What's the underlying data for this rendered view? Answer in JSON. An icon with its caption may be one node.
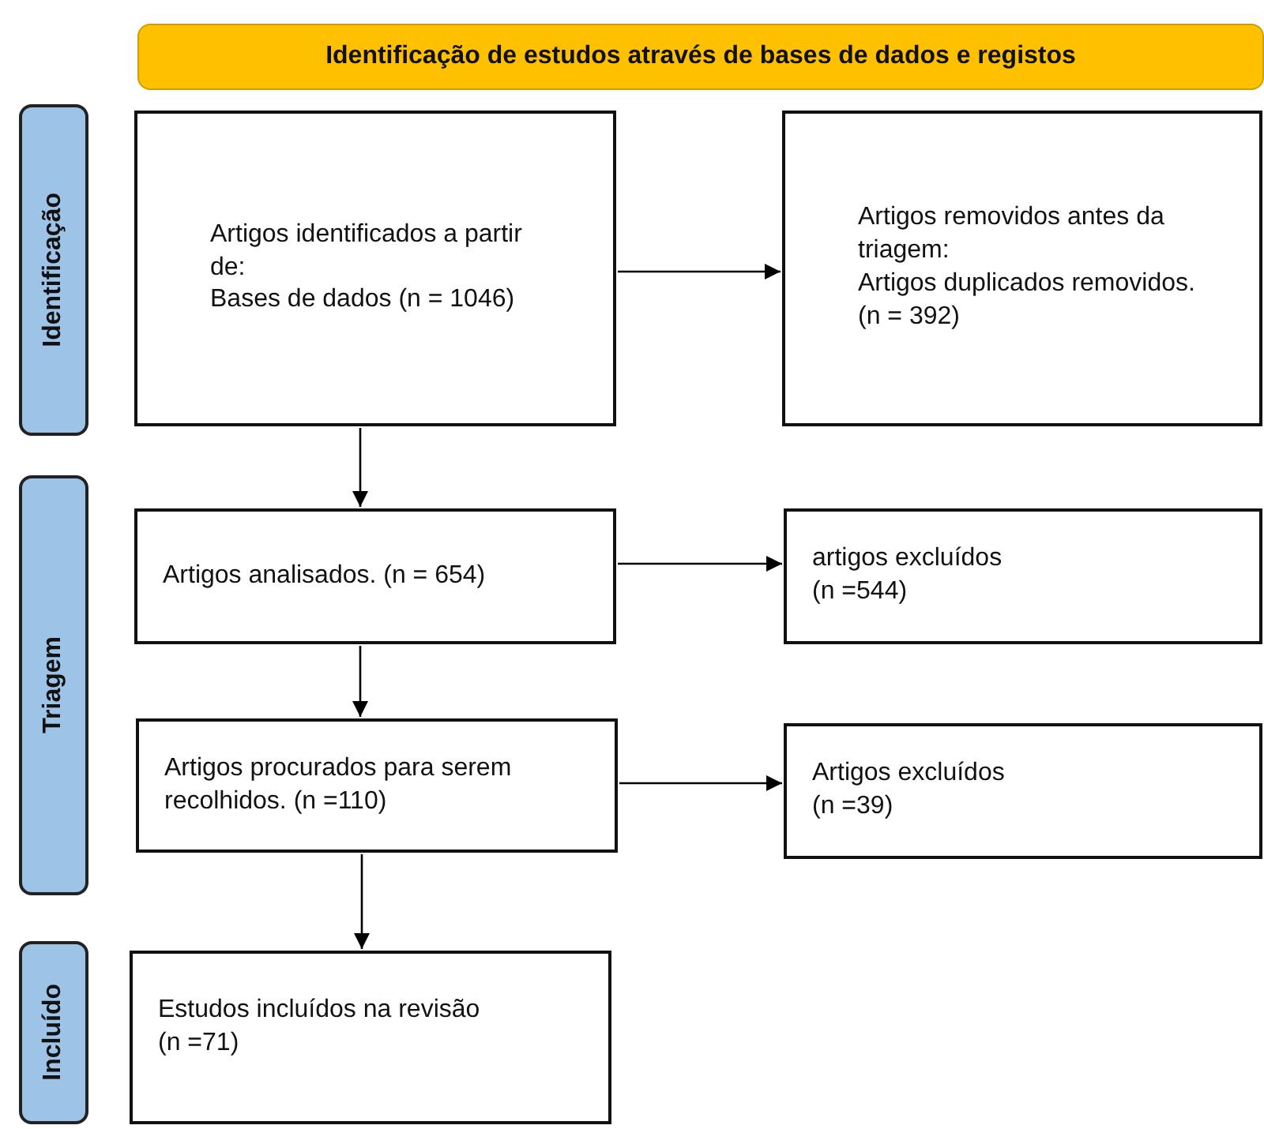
{
  "diagram": {
    "nodes": [
      {
        "text": [
          "Identificação de estudos através de bases de dados e registos"
        ]
      },
      {
        "text": [
          "Identificação"
        ]
      },
      {
        "text": [
          "Triagem"
        ]
      },
      {
        "text": [
          "Incluído"
        ]
      },
      {
        "text": [
          "Artigos identificados a partir de:",
          "Bases de dados (n = 1046)"
        ]
      },
      {
        "text": [
          "Artigos removidos antes da triagem:",
          "Artigos duplicados removidos.  (n = 392)"
        ]
      },
      {
        "text": [
          "Artigos analisados. (n = 654)"
        ]
      },
      {
        "text": [
          "artigos excluídos",
          "(n =544)"
        ]
      },
      {
        "text": [
          "Artigos procurados para serem recolhidos. (n =110)"
        ]
      },
      {
        "text": [
          "Artigos excluídos",
          "(n =39)"
        ]
      },
      {
        "text": [
          "Estudos incluídos na revisão",
          "(n =71)"
        ]
      }
    ],
    "edges": [
      {
        "from": 4,
        "to": 5,
        "arrow": "to"
      },
      {
        "from": 4,
        "to": 6,
        "arrow": "to"
      },
      {
        "from": 6,
        "to": 7,
        "arrow": "to"
      },
      {
        "from": 6,
        "to": 8,
        "arrow": "to"
      },
      {
        "from": 8,
        "to": 9,
        "arrow": "to"
      },
      {
        "from": 8,
        "to": 10,
        "arrow": "to"
      }
    ]
  }
}
